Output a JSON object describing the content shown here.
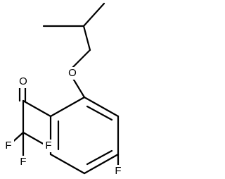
{
  "molecule": {
    "atoms": {
      "O_ether": "O",
      "O_carbonyl": "O",
      "F_ring": "F",
      "F_1": "F",
      "F_2": "F",
      "F_3": "F"
    }
  },
  "colors": {
    "background": "#ffffff",
    "bond": "#000000",
    "text": "#000000"
  }
}
